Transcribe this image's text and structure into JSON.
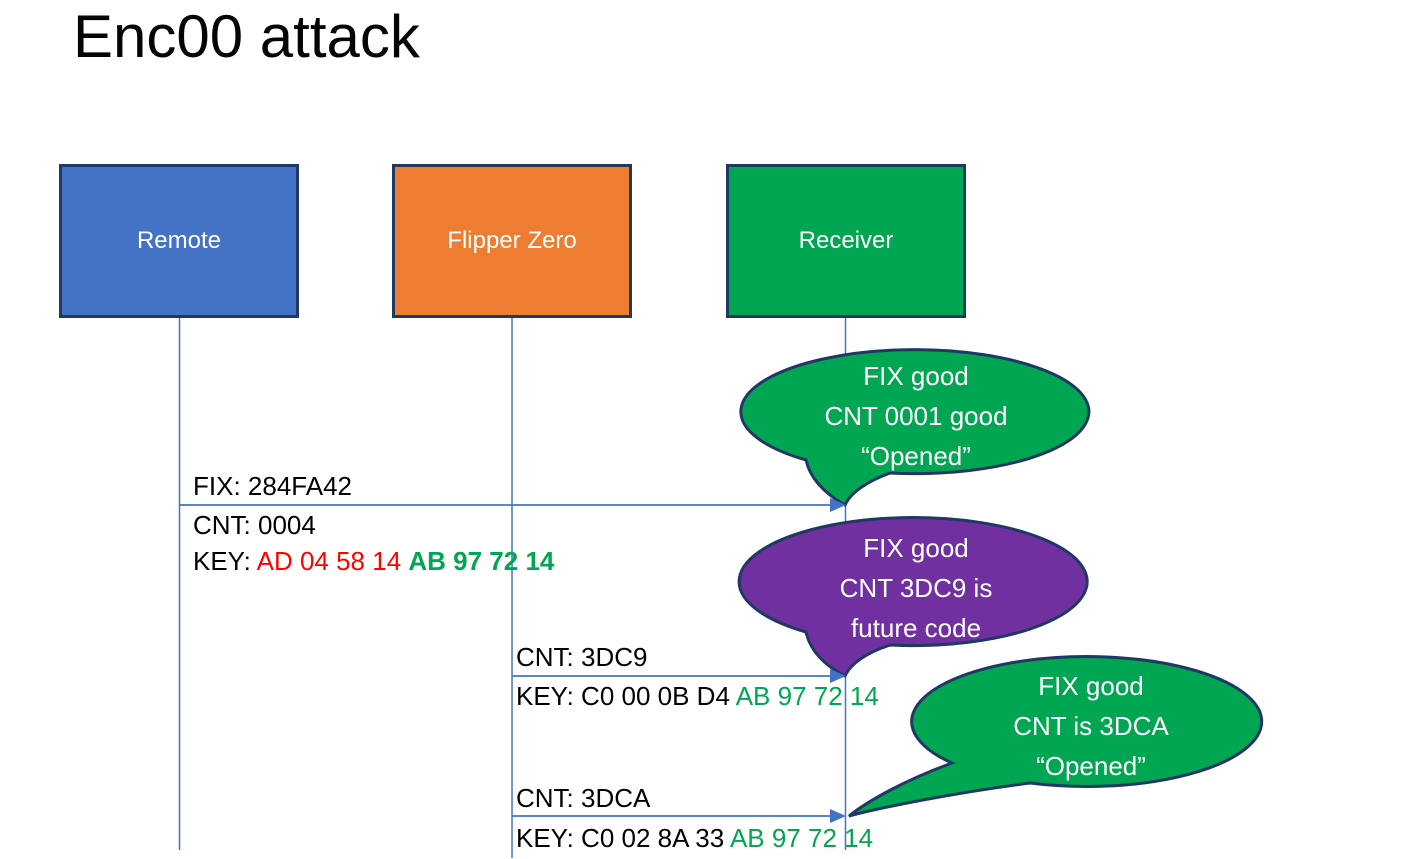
{
  "title": "Enc00 attack",
  "actors": [
    {
      "label": "Remote",
      "color": "#4472C4"
    },
    {
      "label": "Flipper Zero",
      "color": "#ED7D31"
    },
    {
      "label": "Receiver",
      "color": "#00A651"
    }
  ],
  "messages": [
    {
      "from": "Remote",
      "to": "Receiver",
      "above": "FIX: 284FA42",
      "below": "CNT: 0004",
      "key": {
        "label": "KEY: ",
        "red": "AD 04 58 14 ",
        "green": "AB 97 72 14"
      }
    },
    {
      "from": "Flipper Zero",
      "to": "Receiver",
      "above": "CNT: 3DC9",
      "key": {
        "label": "KEY: ",
        "black": "C0 00 0B D4 ",
        "green": "AB 97 72 14"
      }
    },
    {
      "from": "Flipper Zero",
      "to": "Receiver",
      "above": "CNT: 3DCA",
      "key": {
        "label": "KEY: ",
        "black": "C0 02 8A 33 ",
        "green": "AB 97 72 14"
      }
    }
  ],
  "callouts": [
    {
      "lines": [
        "FIX good",
        "CNT 0001 good",
        "“Opened”"
      ],
      "color": "#00A651"
    },
    {
      "lines": [
        "FIX good",
        "CNT 3DC9 is",
        "future code"
      ],
      "color": "#7030A0"
    },
    {
      "lines": [
        "FIX good",
        "CNT is 3DCA",
        "“Opened”"
      ],
      "color": "#00A651"
    }
  ],
  "colors": {
    "actor_border": "#1F3864",
    "line_blue": "#4472C4",
    "key_red": "#FF0000",
    "key_green": "#00A651",
    "callout_green": "#00A651",
    "callout_purple": "#7030A0"
  }
}
